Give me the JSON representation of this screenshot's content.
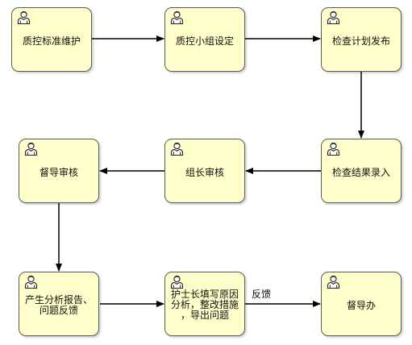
{
  "tasks": {
    "t1": {
      "label": "质控标准维护"
    },
    "t2": {
      "label": "质控小组设定"
    },
    "t3": {
      "label": "检查计划发布"
    },
    "t4": {
      "label": "检查结果录入"
    },
    "t5": {
      "label": "组长审核"
    },
    "t6": {
      "label": "督导审核"
    },
    "t7": {
      "label": "产生分析报告、\n问题反馈"
    },
    "t8": {
      "label": "护士长填写原因\n分析，整改措施\n，导出问题"
    },
    "t9": {
      "label": "督导办"
    }
  },
  "edge_labels": {
    "t8_t9": "反馈"
  },
  "icons": {
    "task_type": "user-icon"
  },
  "colors": {
    "task_fill": "#ffffcc",
    "task_border": "#5a5a5a",
    "edge": "#000000"
  }
}
